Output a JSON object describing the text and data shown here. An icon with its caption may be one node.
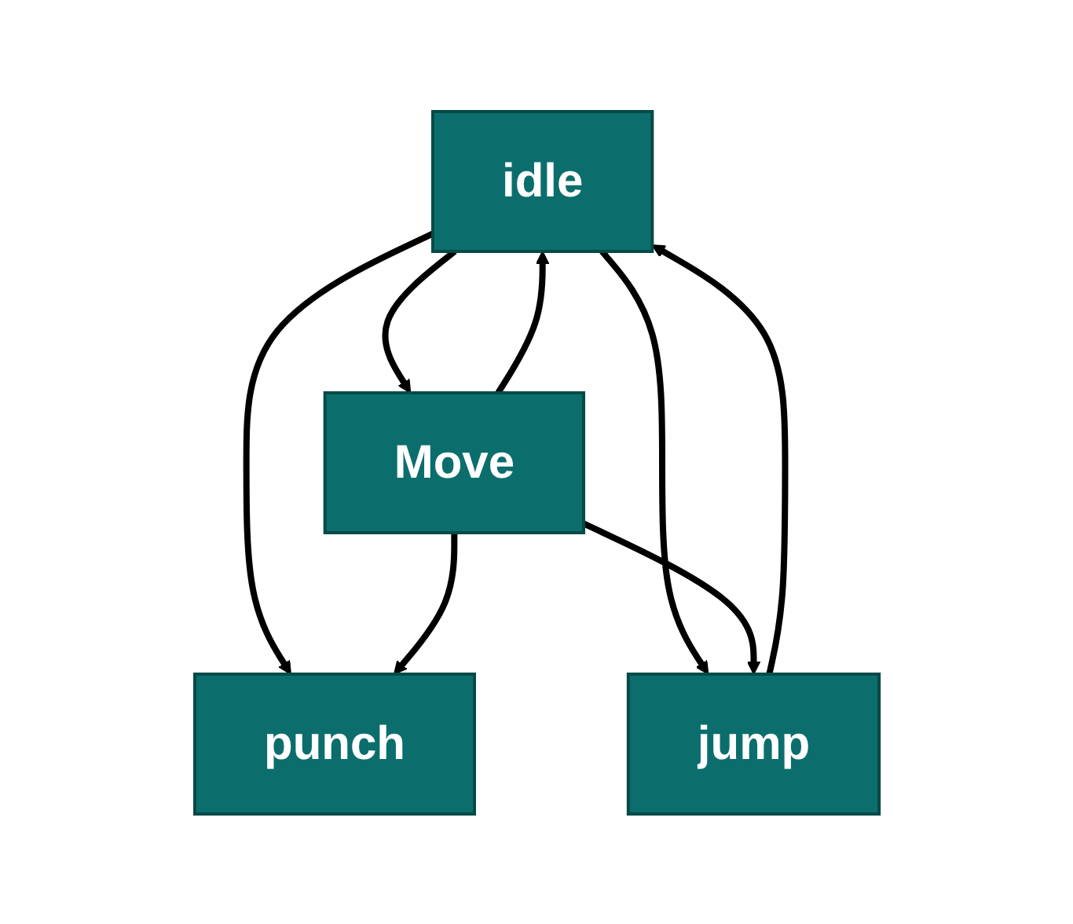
{
  "diagram": {
    "nodes": [
      {
        "text": [
          "punch"
        ]
      },
      {
        "text": [
          "idle"
        ]
      },
      {
        "text": [
          "Move"
        ]
      },
      {
        "text": [
          "jump"
        ]
      }
    ],
    "edges": [
      {
        "from": 1,
        "to": 0,
        "arrow": "to"
      },
      {
        "from": 2,
        "to": 0,
        "arrow": "to"
      },
      {
        "from": 1,
        "to": 2,
        "arrow": "to"
      },
      {
        "from": 2,
        "to": 1,
        "arrow": "to"
      },
      {
        "from": 1,
        "to": 3,
        "arrow": "to"
      },
      {
        "from": 3,
        "to": 1,
        "arrow": "to"
      },
      {
        "from": 2,
        "to": 3,
        "arrow": "to"
      }
    ]
  }
}
